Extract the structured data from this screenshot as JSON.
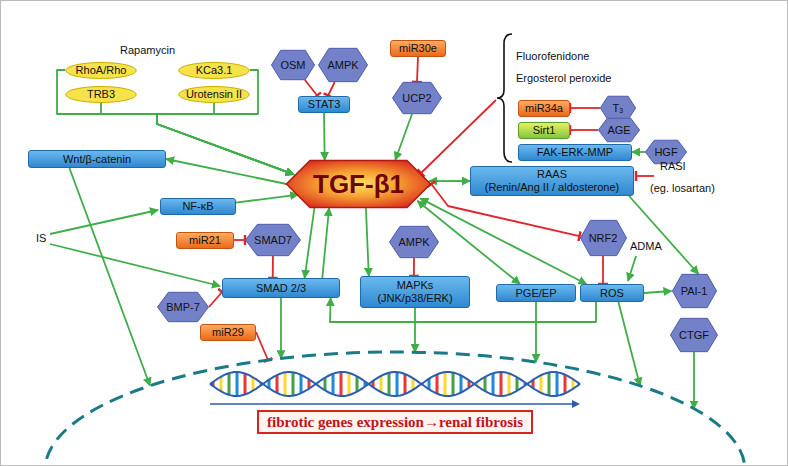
{
  "diagram": {
    "nodes": [
      {
        "text": [
          "RhoA/Rho"
        ]
      },
      {
        "text": [
          "KCa3.1"
        ]
      },
      {
        "text": [
          "TRB3"
        ]
      },
      {
        "text": [
          "Urotensin II"
        ]
      },
      {
        "text": [
          "OSM"
        ]
      },
      {
        "text": [
          "AMPK"
        ]
      },
      {
        "text": [
          "STAT3"
        ]
      },
      {
        "text": [
          "miR30e"
        ]
      },
      {
        "text": [
          "UCP2"
        ]
      },
      {
        "text": [
          "miR34a"
        ]
      },
      {
        "text": [
          "T₃"
        ]
      },
      {
        "text": [
          "Sirt1"
        ]
      },
      {
        "text": [
          "AGE"
        ]
      },
      {
        "text": [
          "FAK-ERK-MMP"
        ]
      },
      {
        "text": [
          "HGF"
        ]
      },
      {
        "text": [
          "Wnt/β-catenin"
        ]
      },
      {
        "text": [
          "TGF-β1"
        ]
      },
      {
        "text": [
          "RAAS",
          "(Renin/Ang II / aldosterone)"
        ]
      },
      {
        "text": [
          "NF-κB"
        ]
      },
      {
        "text": [
          "miR21"
        ]
      },
      {
        "text": [
          "SMAD7"
        ]
      },
      {
        "text": [
          "SMAD 2/3"
        ]
      },
      {
        "text": [
          "AMPK"
        ]
      },
      {
        "text": [
          "MAPKs",
          "(JNK/p38/ERK)"
        ]
      },
      {
        "text": [
          "PGE/EP"
        ]
      },
      {
        "text": [
          "NRF2"
        ]
      },
      {
        "text": [
          "ROS"
        ]
      },
      {
        "text": [
          "PAI-1"
        ]
      },
      {
        "text": [
          "BMP-7"
        ]
      },
      {
        "text": [
          "miR29"
        ]
      },
      {
        "text": [
          "CTGF"
        ]
      },
      {
        "text": [
          "fibrotic genes expression→renal fibrosis"
        ]
      }
    ],
    "edges": [
      {
        "from": 0,
        "to": 16,
        "arrow": "to"
      },
      {
        "from": 1,
        "to": 16,
        "arrow": "to"
      },
      {
        "from": 2,
        "to": 16,
        "arrow": "to"
      },
      {
        "from": 3,
        "to": 16,
        "arrow": "to"
      },
      {
        "from": 4,
        "to": 6,
        "arrow": "to"
      },
      {
        "from": 5,
        "to": 6,
        "arrow": "to"
      },
      {
        "from": 6,
        "to": 16,
        "arrow": "to"
      },
      {
        "from": 7,
        "to": 8,
        "arrow": "to"
      },
      {
        "from": 8,
        "to": 16,
        "arrow": "to"
      },
      {
        "from": 10,
        "to": 9,
        "arrow": "to"
      },
      {
        "from": 12,
        "to": 11,
        "arrow": "to"
      },
      {
        "from": 14,
        "to": 13,
        "arrow": "to"
      },
      {
        "from": 16,
        "to": 15,
        "arrow": "to"
      },
      {
        "from": 16,
        "to": 17,
        "arrow": "both"
      },
      {
        "from": 17,
        "to": 27,
        "arrow": "to"
      },
      {
        "from": 18,
        "to": 16,
        "arrow": "to"
      },
      {
        "from": 19,
        "to": 20,
        "arrow": "to"
      },
      {
        "from": 20,
        "to": 21,
        "arrow": "to"
      },
      {
        "from": 16,
        "to": 21,
        "arrow": "to"
      },
      {
        "from": 21,
        "to": 16,
        "arrow": "to"
      },
      {
        "from": 22,
        "to": 23,
        "arrow": "to"
      },
      {
        "from": 16,
        "to": 23,
        "arrow": "to"
      },
      {
        "from": 16,
        "to": 24,
        "arrow": "both"
      },
      {
        "from": 16,
        "to": 25,
        "arrow": "both"
      },
      {
        "from": 16,
        "to": 26,
        "arrow": "both"
      },
      {
        "from": 25,
        "to": 26,
        "arrow": "to"
      },
      {
        "from": 26,
        "to": 27,
        "arrow": "to"
      },
      {
        "from": 26,
        "to": 21,
        "arrow": "to"
      },
      {
        "from": 28,
        "to": 21,
        "arrow": "to"
      },
      {
        "from": 29,
        "to": 31,
        "arrow": "to"
      },
      {
        "from": 15,
        "to": 31,
        "arrow": "to"
      },
      {
        "from": 21,
        "to": 31,
        "arrow": "to"
      },
      {
        "from": 23,
        "to": 31,
        "arrow": "to"
      },
      {
        "from": 24,
        "to": 31,
        "arrow": "to"
      },
      {
        "from": 26,
        "to": 31,
        "arrow": "to"
      },
      {
        "from": 30,
        "to": 31,
        "arrow": "to"
      }
    ],
    "labels": [
      "Rapamycin",
      "Fluorofenidone",
      "Ergosterol peroxide",
      "RASI",
      "(eg. losartan)",
      "IS",
      "ADMA"
    ]
  }
}
